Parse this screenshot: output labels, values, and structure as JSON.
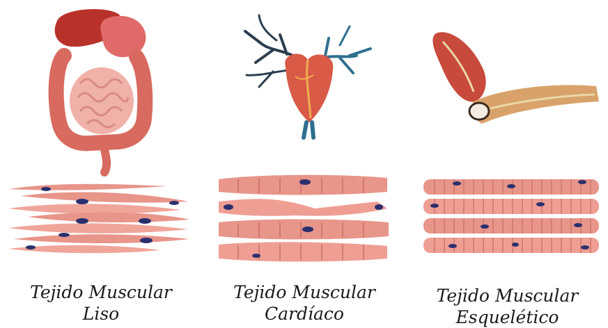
{
  "panels": [
    {
      "line1": "Tejido Muscular",
      "line2": "Liso"
    },
    {
      "line1": "Tejido Muscular",
      "line2": "Cardíaco"
    },
    {
      "line1": "Tejido Muscular",
      "line2": "Esquelético"
    }
  ],
  "colors": {
    "fiber": "#e8958a",
    "fiber_dark": "#c7645a",
    "nucleus": "#2a2f6e",
    "organ": "#d8574e",
    "liver": "#b8322b",
    "vessel_blue": "#2f6f8f",
    "vessel_dark": "#2c3e50",
    "tendon": "#e9d8a6"
  },
  "icons": [
    "digestive-organs-icon",
    "heart-icon",
    "elbow-arm-icon"
  ]
}
